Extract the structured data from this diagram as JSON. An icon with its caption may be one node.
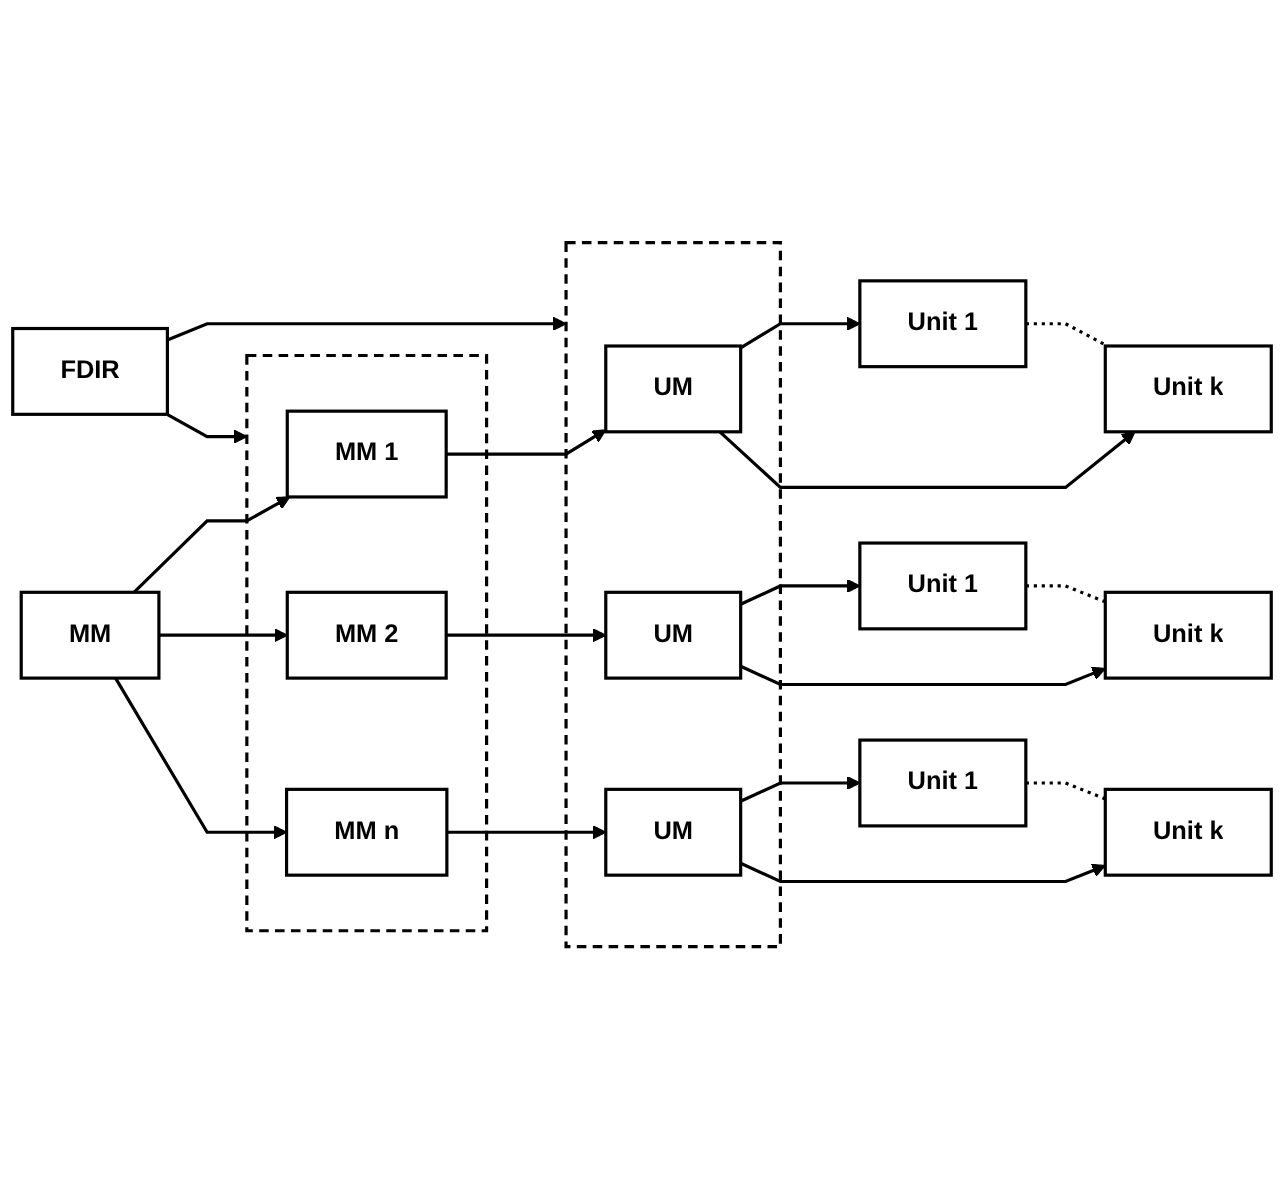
{
  "diagram": {
    "nodes": [
      {
        "text": [
          "FDIR"
        ]
      },
      {
        "text": [
          "MM"
        ]
      },
      {
        "text": [],
        "shape": "box"
      },
      {
        "text": [
          "MM 1"
        ],
        "in": 2
      },
      {
        "text": [
          "MM 2"
        ],
        "in": 2
      },
      {
        "text": [
          "MM n"
        ],
        "in": 2
      },
      {
        "text": [],
        "shape": "box"
      },
      {
        "text": [
          "UM"
        ],
        "in": 6
      },
      {
        "text": [
          "UM"
        ],
        "in": 6
      },
      {
        "text": [
          "UM"
        ],
        "in": 6
      },
      {
        "text": [
          "Unit 1"
        ]
      },
      {
        "text": [
          "Unit k"
        ]
      },
      {
        "text": [
          "Unit 1"
        ]
      },
      {
        "text": [
          "Unit k"
        ]
      },
      {
        "text": [
          "Unit 1"
        ]
      },
      {
        "text": [
          "Unit k"
        ]
      }
    ],
    "edges": [
      {
        "from": 0,
        "to": 2,
        "arrow": "to"
      },
      {
        "from": 0,
        "to": 6,
        "arrow": "to"
      },
      {
        "from": 1,
        "to": 3,
        "arrow": "to"
      },
      {
        "from": 1,
        "to": 4,
        "arrow": "to"
      },
      {
        "from": 1,
        "to": 5,
        "arrow": "to"
      },
      {
        "from": 3,
        "to": 7,
        "arrow": "to"
      },
      {
        "from": 4,
        "to": 8,
        "arrow": "to"
      },
      {
        "from": 5,
        "to": 9,
        "arrow": "to"
      },
      {
        "from": 7,
        "to": 10,
        "arrow": "to"
      },
      {
        "from": 7,
        "to": 11,
        "arrow": "to"
      },
      {
        "from": 8,
        "to": 12,
        "arrow": "to"
      },
      {
        "from": 8,
        "to": 13,
        "arrow": "to"
      },
      {
        "from": 9,
        "to": 14,
        "arrow": "to"
      },
      {
        "from": 9,
        "to": 15,
        "arrow": "to"
      },
      {
        "from": 10,
        "to": 11,
        "arrow": "none",
        "style": "dashed"
      },
      {
        "from": 12,
        "to": 13,
        "arrow": "none",
        "style": "dashed"
      },
      {
        "from": 14,
        "to": 15,
        "arrow": "none",
        "style": "dashed"
      }
    ]
  }
}
